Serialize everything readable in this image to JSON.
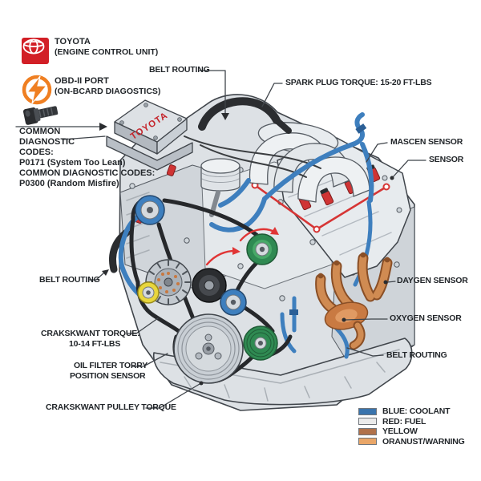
{
  "header": {
    "toyota": {
      "title": "TOYOTA",
      "subtitle": "(ENGINE CONTROL UNIT)",
      "icon": "toyota-logo-icon",
      "color": "#d21f26"
    },
    "obd": {
      "title": "OBD-II PORT",
      "subtitle": "(ON-BCARD DIAGOSTICS)",
      "icon": "lightning-bolt-icon",
      "color": "#ef7f22"
    },
    "bolt_icon": "spark-plug-bolt-icon"
  },
  "diagnostics": {
    "block1": {
      "line1": "COMMON",
      "line2": "DIAGNOSTIC",
      "line3": "CODES:",
      "line4": "P0171 (System Too Lean)"
    },
    "block2": {
      "line1": "COMMON DIAGNOSTIC CODES:",
      "line2": "P0300 (Random Misfire)"
    }
  },
  "callouts": {
    "belt_routing_top": "BELT ROUTING",
    "spark_plug_torque": "SPARK PLUG TORQUE: 15-20 FT-LBS",
    "mascen_sensor": "MASCEN SENSOR",
    "sensor": "SENSOR",
    "daygen_sensor": "DAYGEN SENSOR",
    "oxygen_sensor": "OXYGEN SENSOR",
    "belt_routing_right": "BELT ROUTING",
    "belt_routing_left": "BELT ROUTING",
    "crankshaft_torque_line1": "CRAKSKWANT TORQUE:",
    "crankshaft_torque_line2": "10-14 FT-LBS",
    "oil_filter_line1": "OIL FILTER TORRY",
    "oil_filter_line2": "POSITION SENSOR",
    "crank_pulley_torque": "CRAKSKWANT PULLEY TORQUE"
  },
  "engine": {
    "ecu_text": "TOYOTA"
  },
  "legend": {
    "items": [
      {
        "label": "BLUE: COOLANT",
        "color": "#3a74ad"
      },
      {
        "label": "RED: FUEL",
        "color": "#ebebeb"
      },
      {
        "label": "YELLOW",
        "color": "#b0714a"
      },
      {
        "label": "ORANUST/WARNING",
        "color": "#e9a668"
      }
    ]
  },
  "colors": {
    "coolant_blue": "#3e7fbe",
    "fuel_red": "#d63535",
    "toyota_red": "#d21f26",
    "obd_orange": "#ef7f22",
    "exhaust_orange": "#cf8049",
    "label_text": "#22262a"
  }
}
